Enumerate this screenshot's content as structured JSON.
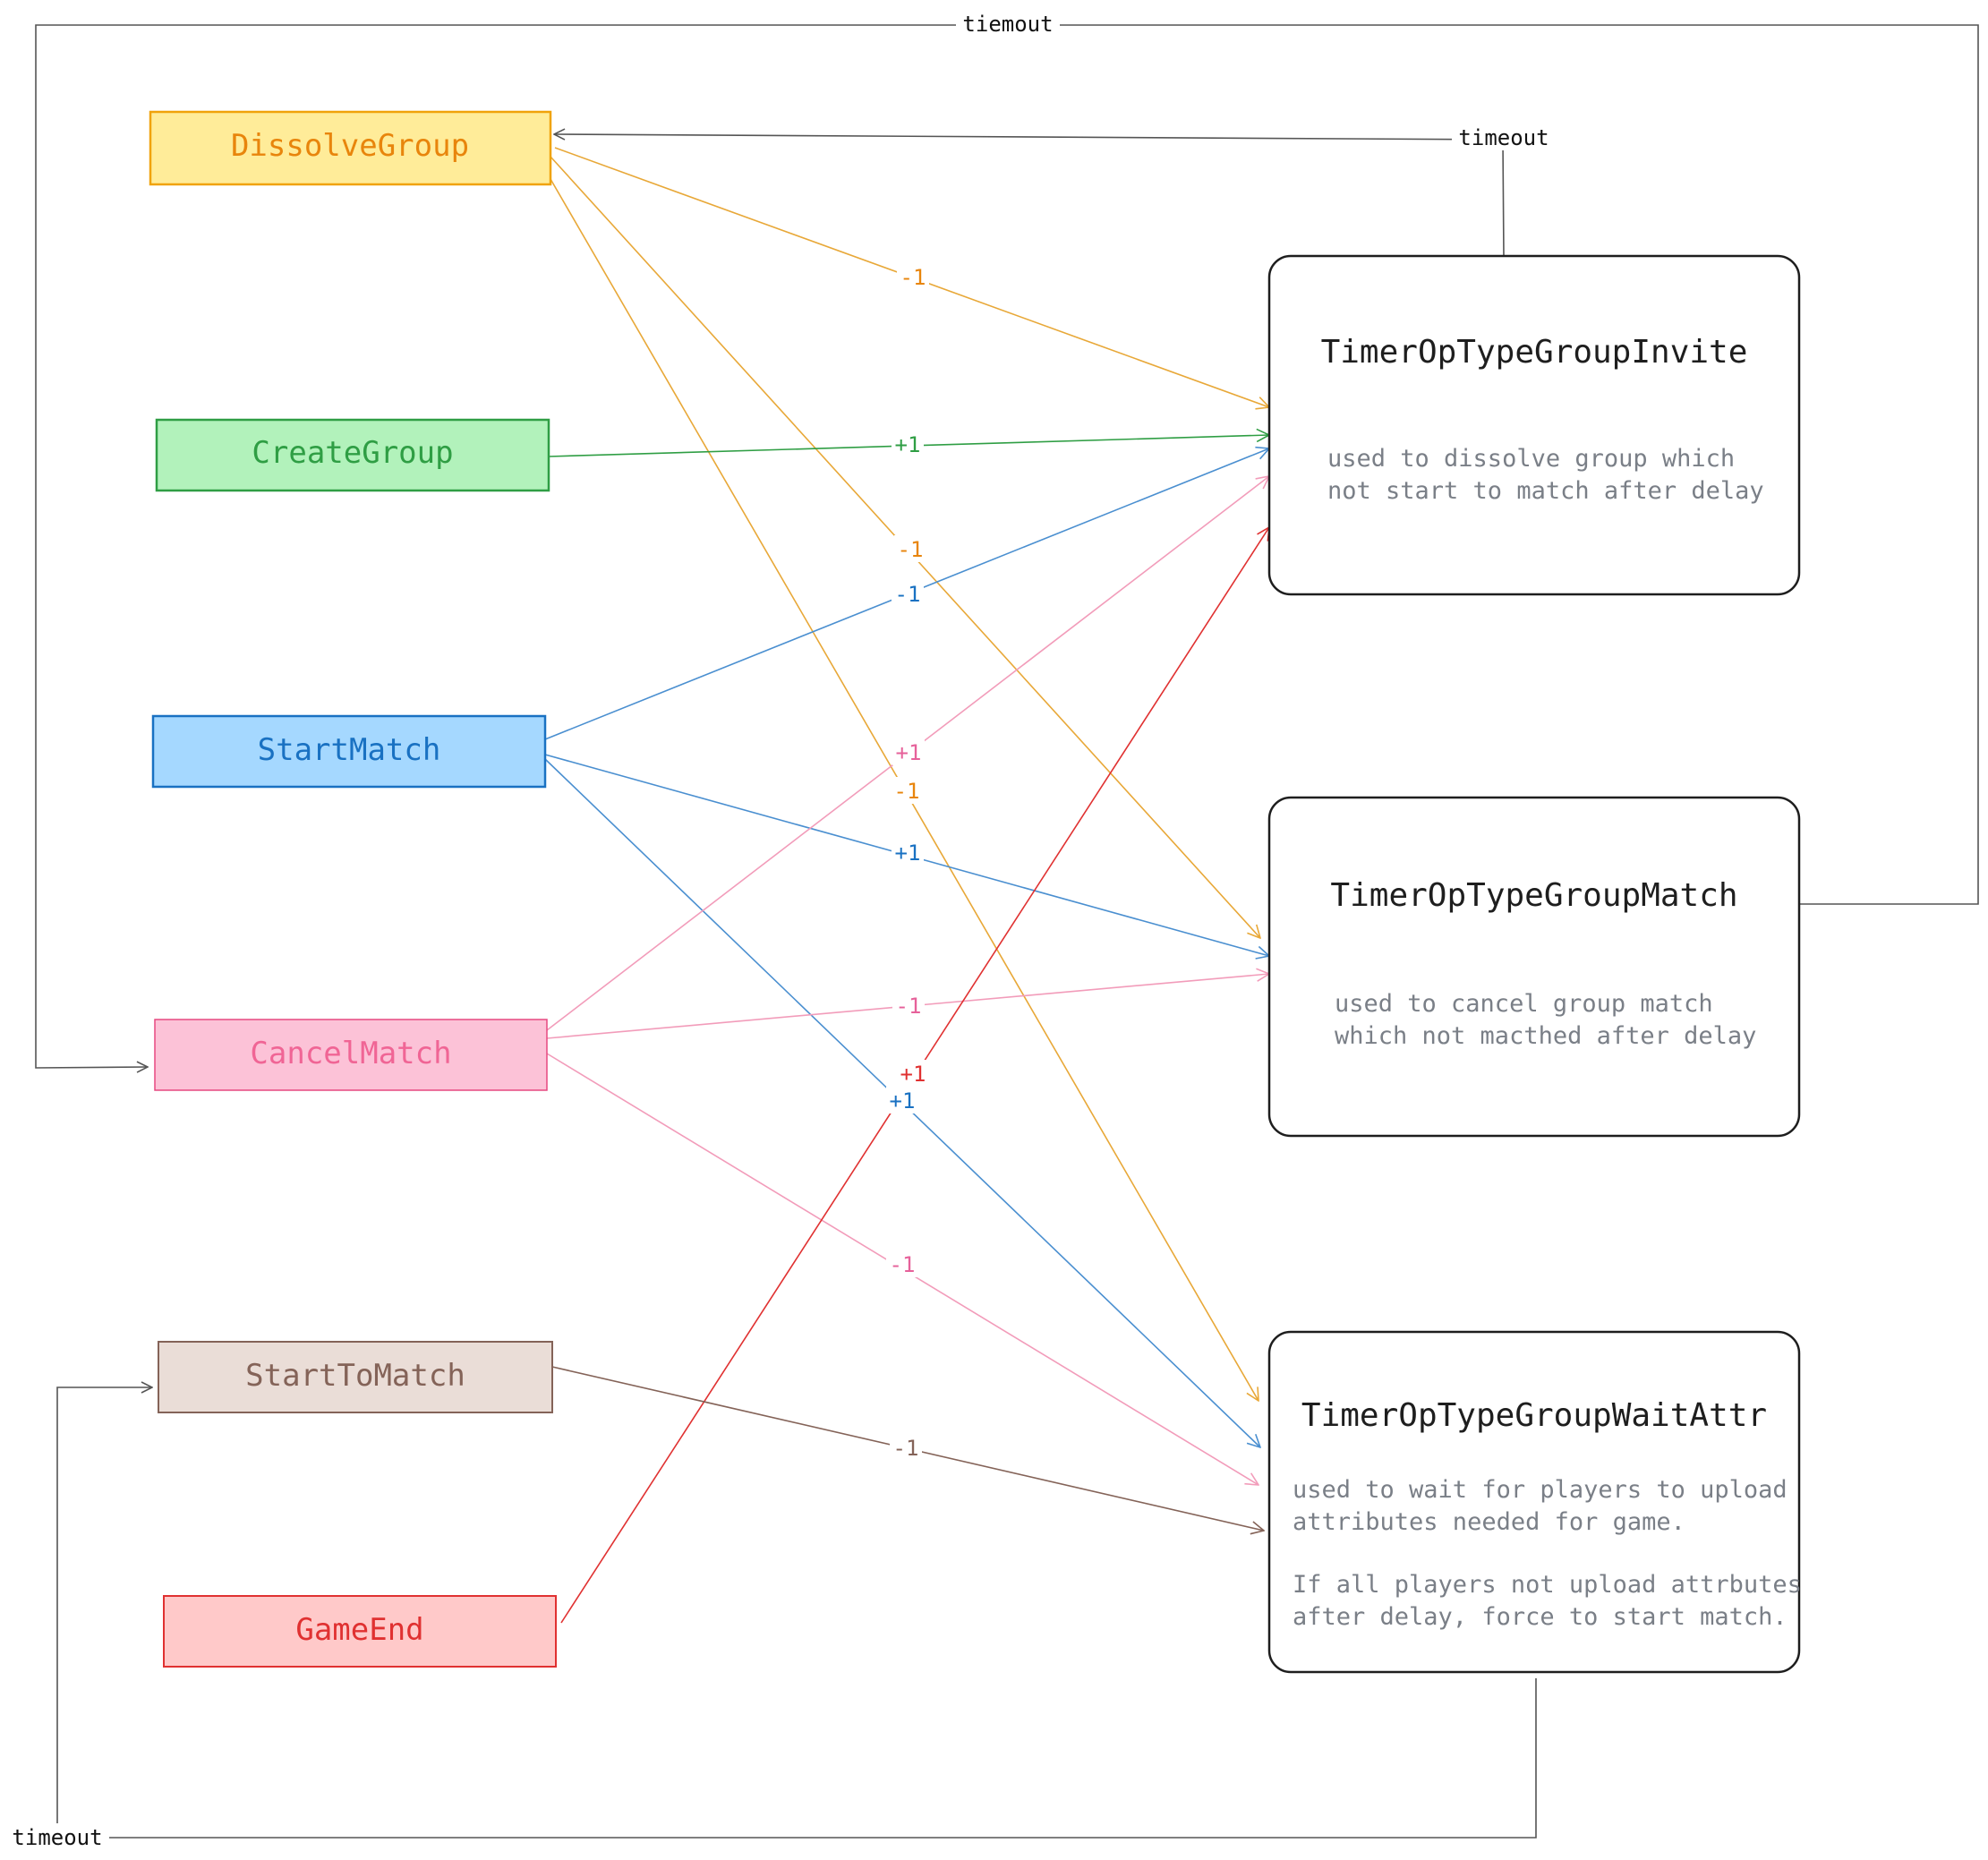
{
  "colors": {
    "orange": "#e8a838",
    "orange_text": "#e8850c",
    "green": "#2f9e44",
    "blue": "#1971c2",
    "blue_line": "#4a8fd0",
    "pink": "#f29cba",
    "pink_text": "#e6619a",
    "brown": "#846358",
    "red": "#e03131",
    "gray": "#555555"
  },
  "sources": [
    {
      "id": "dissolve",
      "label": "DissolveGroup"
    },
    {
      "id": "create",
      "label": "CreateGroup"
    },
    {
      "id": "start",
      "label": "StartMatch"
    },
    {
      "id": "cancel",
      "label": "CancelMatch"
    },
    {
      "id": "starttomatch",
      "label": "StartToMatch"
    },
    {
      "id": "gameend",
      "label": "GameEnd"
    }
  ],
  "timers": [
    {
      "id": "invite",
      "title": "TimerOpTypeGroupInvite",
      "desc": [
        "used to dissolve group which",
        "not start to match after delay"
      ]
    },
    {
      "id": "match",
      "title": "TimerOpTypeGroupMatch",
      "desc": [
        "used to cancel group match",
        "which not macthed after delay"
      ]
    },
    {
      "id": "waitattr",
      "title": "TimerOpTypeGroupWaitAttr",
      "desc": [
        "used to wait for players to upload",
        "attributes needed for game.",
        "",
        "If all players not upload attrbutes",
        "after delay, force to start match."
      ]
    }
  ],
  "edges": [
    {
      "from": "dissolve",
      "to": "invite",
      "label": "-1",
      "color": "orange"
    },
    {
      "from": "dissolve",
      "to": "match",
      "label": "-1",
      "color": "orange"
    },
    {
      "from": "dissolve",
      "to": "waitattr",
      "label": "-1",
      "color": "orange"
    },
    {
      "from": "create",
      "to": "invite",
      "label": "+1",
      "color": "green"
    },
    {
      "from": "start",
      "to": "invite",
      "label": "-1",
      "color": "blue"
    },
    {
      "from": "start",
      "to": "match",
      "label": "+1",
      "color": "blue"
    },
    {
      "from": "start",
      "to": "waitattr",
      "label": "+1",
      "color": "blue"
    },
    {
      "from": "cancel",
      "to": "invite",
      "label": "+1",
      "color": "pink"
    },
    {
      "from": "cancel",
      "to": "match",
      "label": "-1",
      "color": "pink"
    },
    {
      "from": "cancel",
      "to": "waitattr",
      "label": "-1",
      "color": "pink"
    },
    {
      "from": "gameend",
      "to": "invite",
      "label": "+1",
      "color": "red"
    },
    {
      "from": "starttomatch",
      "to": "waitattr",
      "label": "-1",
      "color": "brown"
    }
  ],
  "timeout_labels": {
    "match_to_cancel": "tiemout",
    "invite_to_dissolve": "timeout",
    "waitattr_to_starttomatch": "timeout"
  }
}
